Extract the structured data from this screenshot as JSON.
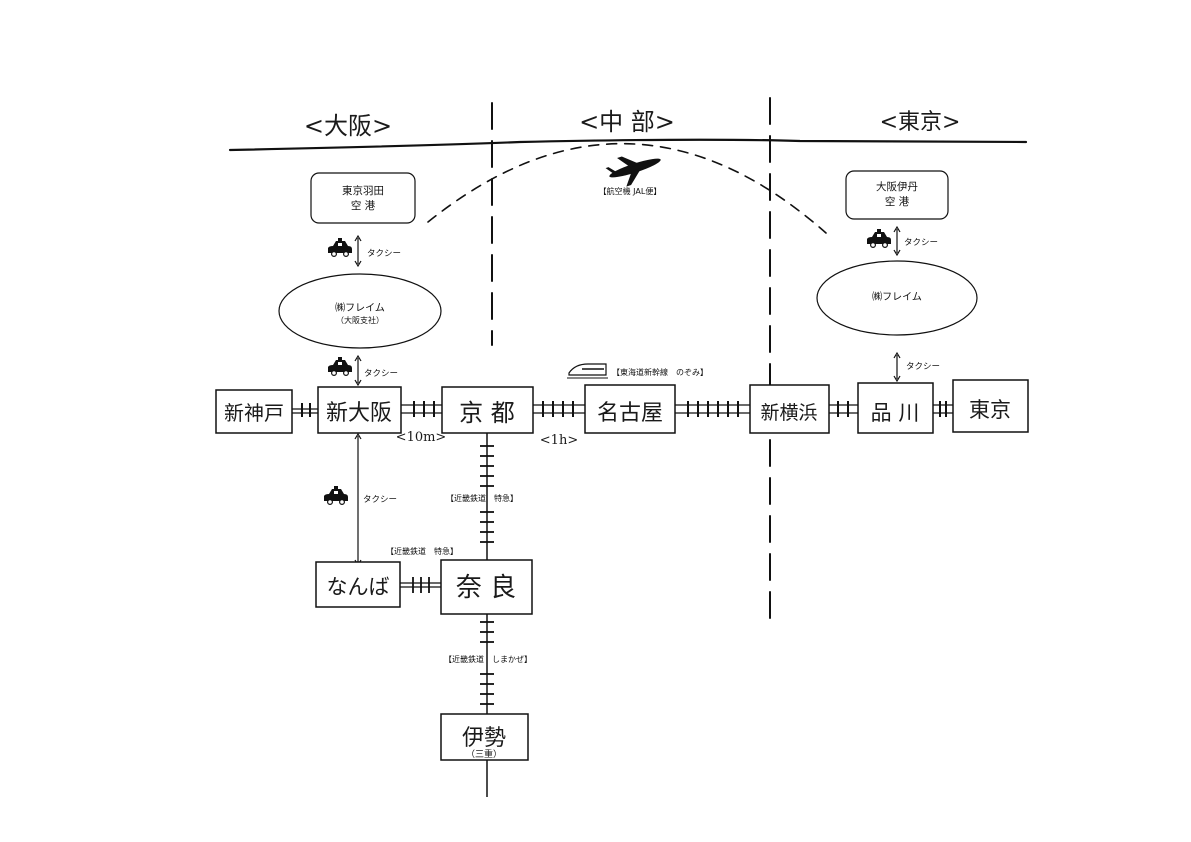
{
  "regions": {
    "osaka": "<大阪>",
    "chubu": "<中 部>",
    "tokyo": "<東京>"
  },
  "airports": {
    "haneda": {
      "line1": "東京羽田",
      "line2": "空 港"
    },
    "itami": {
      "line1": "大阪伊丹",
      "line2": "空 港"
    }
  },
  "offices": {
    "osaka": {
      "line1": "㈱フレイム",
      "line2": "（大阪支社）"
    },
    "tokyo": {
      "line1": "㈱フレイム"
    }
  },
  "transport": {
    "taxi": "タクシー",
    "airplane": "【航空機 JAL便】",
    "shinkansen": "【東海道新幹線　のぞみ】",
    "kintetsu_express_1": "【近畿鉄道　特急】",
    "kintetsu_express_2": "【近畿鉄道　特急】",
    "kintetsu_shimakaze": "【近畿鉄道　しまかぜ】"
  },
  "stations": {
    "shinkobe": "新神戸",
    "shinosaka": "新大阪",
    "kyoto": "京 都",
    "nagoya": "名古屋",
    "shinyokohama": "新横浜",
    "shinagawa": "品 川",
    "tokyo": "東京",
    "namba": "なんば",
    "nara": "奈 良",
    "ise": "伊勢",
    "ise_sub": "（三重）"
  },
  "durations": {
    "shinosaka_kyoto": "<10m>",
    "kyoto_nagoya": "<1h>"
  }
}
